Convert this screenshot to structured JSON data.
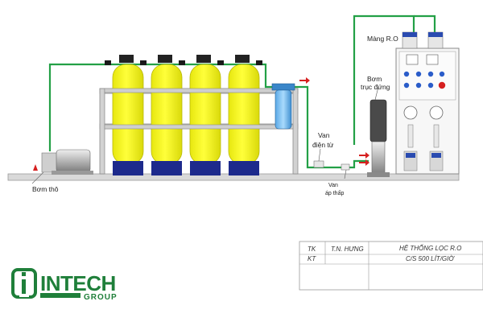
{
  "labels": {
    "membrane": "Màng R.O",
    "vertical_pump_line1": "Bơm",
    "vertical_pump_line2": "trục đứng",
    "solenoid_valve_line1": "Van",
    "solenoid_valve_line2": "điện từ",
    "raw_pump": "Bơm thô",
    "low_pressure_valve_line1": "Van",
    "low_pressure_valve_line2": "áp thấp"
  },
  "title_block": {
    "tk_label": "TK",
    "tk_value": "T.N. HƯNG",
    "kt_label": "KT",
    "kt_value": "",
    "title_line1": "HỆ THỐNG LỌC R.O",
    "title_line2": "C/S 500 LÍT/GIỜ"
  },
  "logo": {
    "main": "INTECH",
    "sub": "GROUP"
  },
  "colors": {
    "pipe": "#23a046",
    "tank": "#f2f21a",
    "tank_base": "#1d2a8c",
    "frame": "#c8c8c8",
    "logo": "#1f7f3a",
    "arrow": "#d62020"
  }
}
